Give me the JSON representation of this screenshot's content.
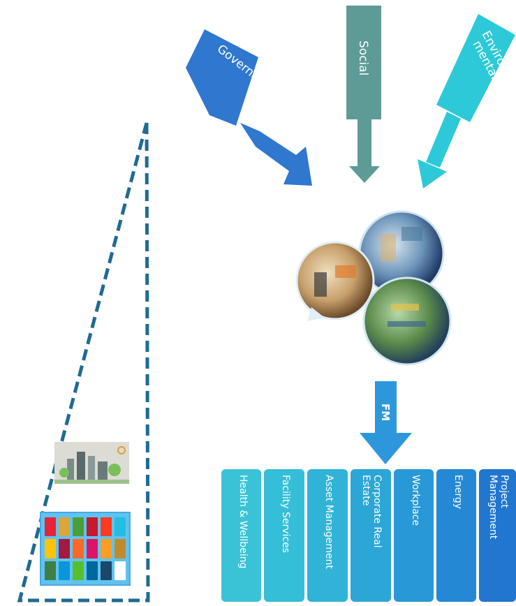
{
  "arrows": {
    "governance": {
      "label": "Governance",
      "color": "#2f77cf"
    },
    "social": {
      "label": "Social",
      "color": "#5e9b96"
    },
    "environmental": {
      "label_line1": "Environ-",
      "label_line2": "mental",
      "color": "#2ec9d8"
    }
  },
  "center": {
    "fm_label": "FM",
    "fm_arrow_color": "#2d97dc"
  },
  "pillars": [
    {
      "line1": "Health & Wellbeing",
      "line2": "",
      "color": "#3ac3d6"
    },
    {
      "line1": "Facility Services",
      "line2": "",
      "color": "#35bed7"
    },
    {
      "line1": "Asset Management",
      "line2": "",
      "color": "#30b3d6"
    },
    {
      "line1": "Corporate Real",
      "line2": "Estate",
      "color": "#2ba6d6"
    },
    {
      "line1": "Workplace",
      "line2": "",
      "color": "#2898d7"
    },
    {
      "line1": "Energy",
      "line2": "",
      "color": "#2488d4"
    },
    {
      "line1": "Project",
      "line2": "Management",
      "color": "#2176cf"
    }
  ],
  "triangle": {
    "color": "#1f6b93"
  },
  "sdg_colors": [
    "#e5243b",
    "#dda63a",
    "#4c9f38",
    "#c5192d",
    "#ff3a21",
    "#26bde2",
    "#fcc30b",
    "#a21942",
    "#fd6925",
    "#dd1367",
    "#fd9d24",
    "#bf8b2e",
    "#3f7e44",
    "#0a97d9",
    "#56c02b",
    "#00689d",
    "#19486a",
    "#e5243b"
  ]
}
